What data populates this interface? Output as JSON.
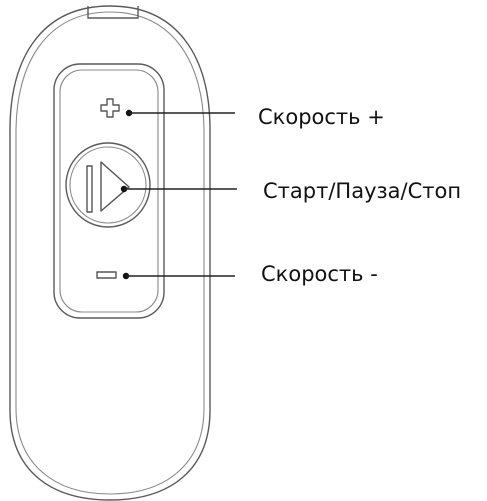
{
  "callouts": {
    "speed_up": "Скорость +",
    "start_pause_stop": "Старт/Пауза/Стоп",
    "speed_down": "Скорость -"
  },
  "buttons": {
    "top_icon": "plus-icon",
    "middle_icon": "play-pause-icon",
    "bottom_icon": "minus-icon"
  },
  "colors": {
    "outline": "#5a5a5a",
    "leader": "#222222",
    "text": "#111111"
  }
}
